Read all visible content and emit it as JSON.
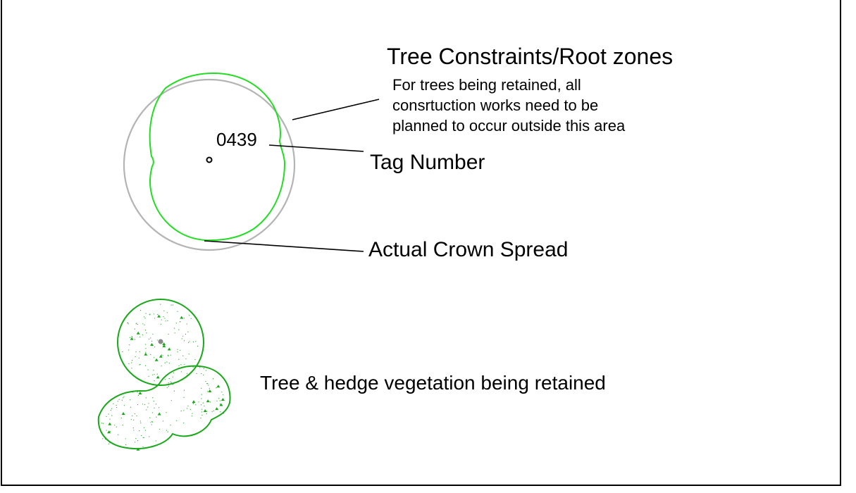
{
  "legend": {
    "root_zone_title": "Tree Constraints/Root zones",
    "root_zone_description": [
      "For trees being retained, all",
      "consrtuction works need to be",
      "planned to occur outside this area"
    ],
    "tag_value": "0439",
    "tag_label": "Tag Number",
    "crown_label": "Actual Crown Spread",
    "vegetation_label": "Tree & hedge vegetation being retained"
  },
  "colors": {
    "root_zone_circle": "#b4b4b4",
    "crown_outline": "#22dd22",
    "vegetation_outline": "#1aa81a",
    "vegetation_stipple": "#1aa81a",
    "trunk_marker": "#888888",
    "leader_line": "#000000",
    "frame_border": "#000000"
  }
}
